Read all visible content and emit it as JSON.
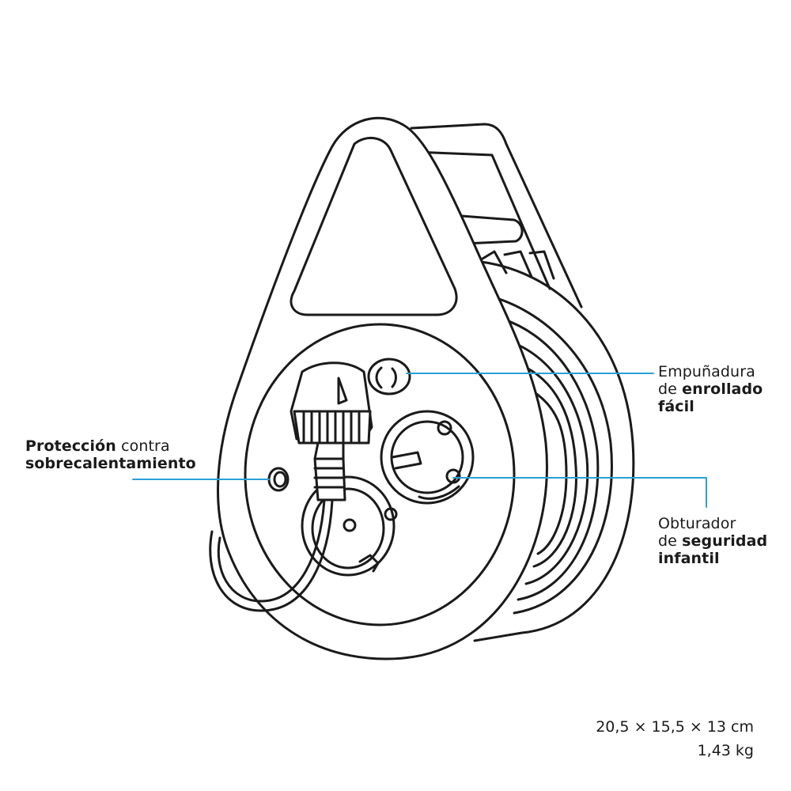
{
  "colors": {
    "outline": "#1a1a1a",
    "callout": "#2a9fd6",
    "background": "#ffffff"
  },
  "icons": [
    "cable-reel-illustration",
    "plug-icon",
    "schuko-socket-icon",
    "reset-button-icon",
    "winding-handle-icon"
  ],
  "callouts": {
    "overheat": {
      "line1_bold": "Protección",
      "line1_rest": " contra",
      "line2_bold": "sobrecalentamiento"
    },
    "handle": {
      "line1": "Empuñadura",
      "line2_prefix": "de ",
      "line2_bold": "enrollado",
      "line3_bold": "fácil"
    },
    "shutter": {
      "line1": "Obturador",
      "line2_prefix": "de ",
      "line2_bold": "seguridad",
      "line3_bold": "infantil"
    }
  },
  "specs": {
    "dimensions": "20,5 × 15,5 × 13 cm",
    "weight": "1,43 kg"
  }
}
